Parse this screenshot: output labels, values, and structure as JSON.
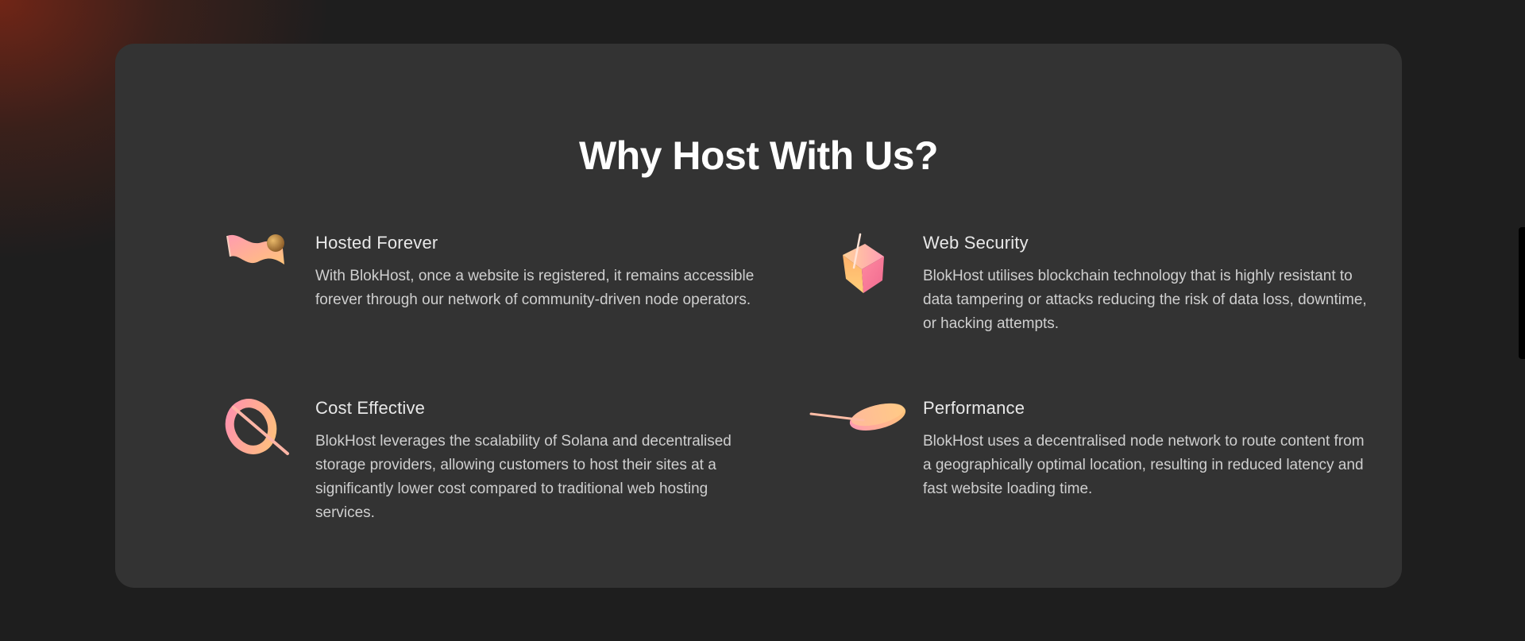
{
  "section": {
    "title": "Why Host With Us?"
  },
  "features": [
    {
      "title": "Hosted Forever",
      "description": "With BlokHost, once a website is registered, it remains accessible forever through our network of community-driven node operators.",
      "icon": "flag-icon"
    },
    {
      "title": "Web Security",
      "description": "BlokHost utilises blockchain technology that is highly resistant to data tampering or attacks reducing the risk of data loss, downtime, or hacking attempts.",
      "icon": "cube-icon"
    },
    {
      "title": "Cost Effective",
      "description": "BlokHost leverages the scalability of Solana and decentralised storage providers, allowing customers to host their sites at a significantly lower cost compared to traditional web hosting services.",
      "icon": "no-symbol-ring-icon"
    },
    {
      "title": "Performance",
      "description": "BlokHost uses a decentralised node network to route content from a geographically optimal location, resulting in reduced latency and fast website loading time.",
      "icon": "disc-icon"
    }
  ],
  "colors": {
    "page_background": "#1e1e1e",
    "card_background": "#333333",
    "accent_gradient_start": "#ff8fa8",
    "accent_gradient_end": "#ffc06b"
  }
}
